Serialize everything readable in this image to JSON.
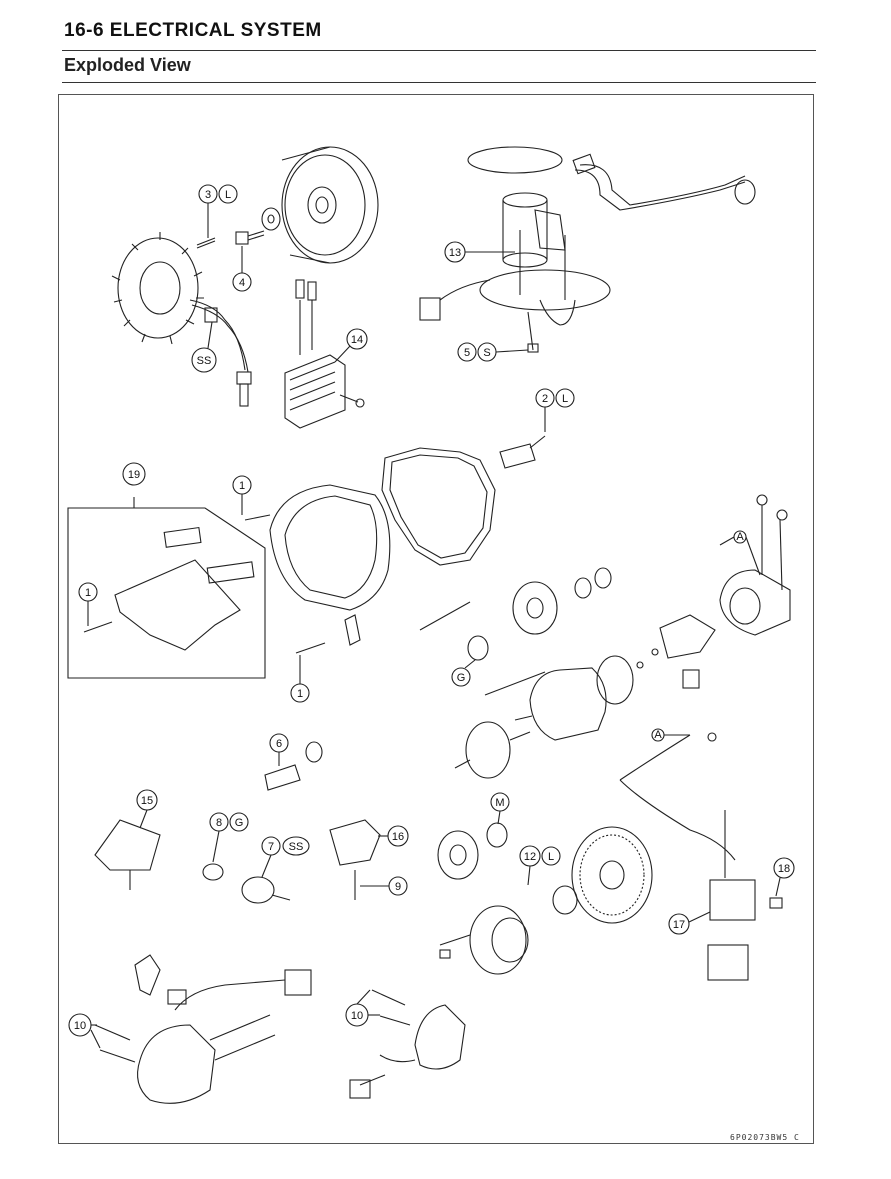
{
  "header": {
    "section_title": "16-6 ELECTRICAL SYSTEM",
    "subtitle": "Exploded View"
  },
  "drawing_code": "6P02073BW5 C",
  "callouts": {
    "c1": {
      "num": "1"
    },
    "c1b": {
      "num": "1"
    },
    "c1c": {
      "num": "1"
    },
    "c2": {
      "num": "2",
      "mark": "L"
    },
    "c3": {
      "num": "3",
      "mark": "L"
    },
    "c4": {
      "num": "4"
    },
    "c5": {
      "num": "5",
      "mark": "S"
    },
    "c6": {
      "num": "6"
    },
    "c7": {
      "num": "7",
      "mark": "SS"
    },
    "c8": {
      "num": "8",
      "mark": "G"
    },
    "c9": {
      "num": "9"
    },
    "c10a": {
      "num": "10"
    },
    "c10b": {
      "num": "10"
    },
    "c12": {
      "num": "12",
      "mark": "L"
    },
    "c13": {
      "num": "13"
    },
    "c14": {
      "num": "14"
    },
    "c15": {
      "num": "15"
    },
    "c16": {
      "num": "16"
    },
    "c17": {
      "num": "17"
    },
    "c18": {
      "num": "18"
    },
    "c19": {
      "num": "19"
    },
    "ss": {
      "mark": "SS"
    },
    "g": {
      "mark": "G"
    },
    "m": {
      "mark": "M"
    },
    "a1": {
      "mark": "A"
    },
    "a2": {
      "mark": "A"
    }
  }
}
